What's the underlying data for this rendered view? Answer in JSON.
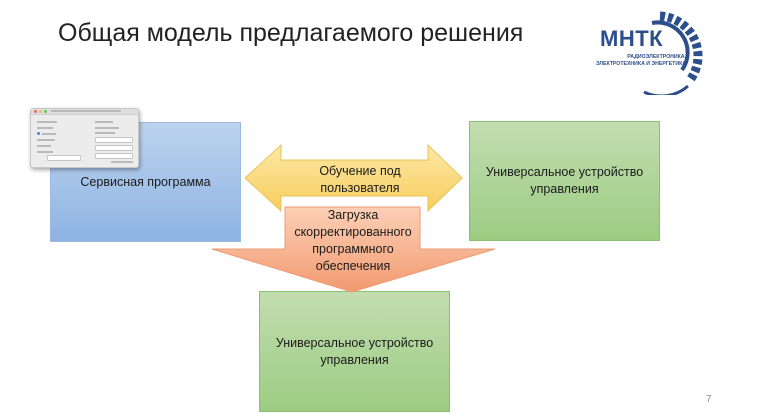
{
  "slide": {
    "title": "Общая модель предлагаемого решения",
    "page_number": "7"
  },
  "logo": {
    "name": "МНТК",
    "subtitle": "РАДИОЭЛЕКТРОНИКА, ЭЛЕКТРОТЕХНИКА И ЭНЕРГЕТИКА",
    "color": "#2c4f8c"
  },
  "diagram": {
    "service_program": "Сервисная программа",
    "device_top": "Универсальное устройство управления",
    "device_bottom": "Универсальное устройство управления",
    "training_arrow": "Обучение под пользователя",
    "download_arrow": "Загрузка скорректированного программного обеспечения"
  },
  "colors": {
    "blue_box": "#8eb3e2",
    "green_box": "#9ccc82",
    "yellow_arrow": "#f9d36a",
    "orange_arrow": "#f4a27a"
  }
}
